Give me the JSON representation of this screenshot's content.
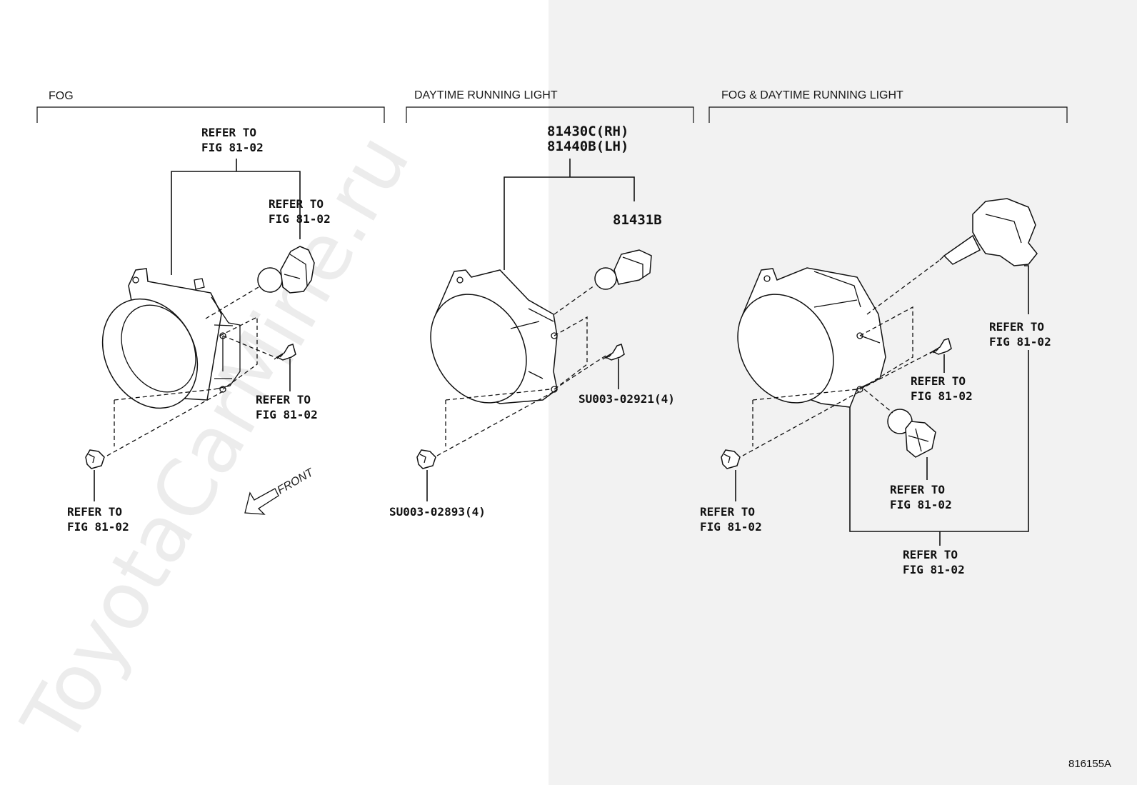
{
  "sections": {
    "fog": "FOG",
    "drl": "DAYTIME RUNNING LIGHT",
    "fog_drl": "FOG & DAYTIME RUNNING LIGHT"
  },
  "refer": {
    "line1": "REFER TO",
    "line2": "FIG 81-02"
  },
  "parts": {
    "assy_rh": "81430C(RH)",
    "assy_lh": "81440B(LH)",
    "bulb": "81431B",
    "screw": "SU003-02921(4)",
    "clip": "SU003-02893(4)"
  },
  "front_label": "FRONT",
  "watermark": "ToyotaCarMine.ru",
  "drawing_number": "816155A"
}
